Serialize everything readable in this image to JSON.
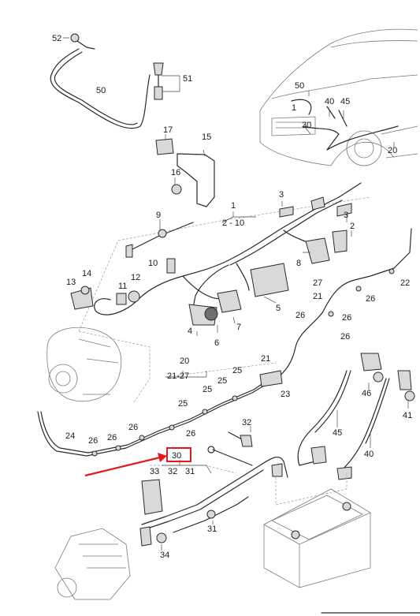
{
  "callouts": [
    {
      "id": "c52",
      "text": "52"
    },
    {
      "id": "c50a",
      "text": "50"
    },
    {
      "id": "c51",
      "text": "51"
    },
    {
      "id": "c17",
      "text": "17"
    },
    {
      "id": "c15",
      "text": "15"
    },
    {
      "id": "c16",
      "text": "16"
    },
    {
      "id": "c50b",
      "text": "50"
    },
    {
      "id": "c1car",
      "text": "1"
    },
    {
      "id": "c40car",
      "text": "40"
    },
    {
      "id": "c45car",
      "text": "45"
    },
    {
      "id": "c30car",
      "text": "30"
    },
    {
      "id": "c20car",
      "text": "20"
    },
    {
      "id": "c3a",
      "text": "3"
    },
    {
      "id": "c3b",
      "text": "3"
    },
    {
      "id": "c1",
      "text": "1"
    },
    {
      "id": "c2-10",
      "text": "2 - 10"
    },
    {
      "id": "c9",
      "text": "9"
    },
    {
      "id": "c2",
      "text": "2"
    },
    {
      "id": "c10",
      "text": "10"
    },
    {
      "id": "c8",
      "text": "8"
    },
    {
      "id": "c14",
      "text": "14"
    },
    {
      "id": "c13",
      "text": "13"
    },
    {
      "id": "c11",
      "text": "11"
    },
    {
      "id": "c12",
      "text": "12"
    },
    {
      "id": "c5",
      "text": "5"
    },
    {
      "id": "c22",
      "text": "22"
    },
    {
      "id": "c27",
      "text": "27"
    },
    {
      "id": "c21a",
      "text": "21"
    },
    {
      "id": "c26a",
      "text": "26"
    },
    {
      "id": "c4",
      "text": "4"
    },
    {
      "id": "c7",
      "text": "7"
    },
    {
      "id": "c6",
      "text": "6"
    },
    {
      "id": "c26b",
      "text": "26"
    },
    {
      "id": "c26c",
      "text": "26"
    },
    {
      "id": "c26d",
      "text": "26"
    },
    {
      "id": "c20",
      "text": "20"
    },
    {
      "id": "c21-27",
      "text": "21-27"
    },
    {
      "id": "c21b",
      "text": "21"
    },
    {
      "id": "c25a",
      "text": "25"
    },
    {
      "id": "c25b",
      "text": "25"
    },
    {
      "id": "c25c",
      "text": "25"
    },
    {
      "id": "c25d",
      "text": "25"
    },
    {
      "id": "c23",
      "text": "23"
    },
    {
      "id": "c46",
      "text": "46"
    },
    {
      "id": "c41",
      "text": "41"
    },
    {
      "id": "c24",
      "text": "24"
    },
    {
      "id": "c26e",
      "text": "26"
    },
    {
      "id": "c26f",
      "text": "26"
    },
    {
      "id": "c26g",
      "text": "26"
    },
    {
      "id": "c26h",
      "text": "26"
    },
    {
      "id": "c32a",
      "text": "32"
    },
    {
      "id": "c45",
      "text": "45"
    },
    {
      "id": "c40",
      "text": "40"
    },
    {
      "id": "c30",
      "text": "30"
    },
    {
      "id": "c33",
      "text": "33"
    },
    {
      "id": "c32b",
      "text": "32"
    },
    {
      "id": "c31a",
      "text": "31"
    },
    {
      "id": "c31b",
      "text": "31"
    },
    {
      "id": "c34",
      "text": "34"
    }
  ],
  "colors": {
    "highlight": "#e3191b",
    "line": "#2a2a2a",
    "dashed": "#9a9a9a"
  },
  "highlight_target": "30"
}
